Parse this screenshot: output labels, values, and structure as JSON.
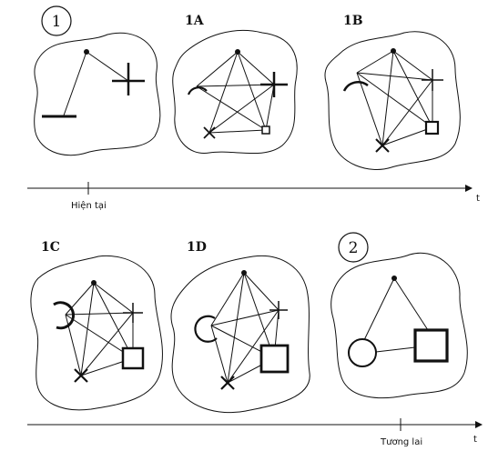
{
  "panels": [
    {
      "id": "p1",
      "label": "1",
      "circled": true
    },
    {
      "id": "p1a",
      "label": "1A",
      "circled": false
    },
    {
      "id": "p1b",
      "label": "1B",
      "circled": false
    },
    {
      "id": "p1c",
      "label": "1C",
      "circled": false
    },
    {
      "id": "p1d",
      "label": "1D",
      "circled": false
    },
    {
      "id": "p2",
      "label": "2",
      "circled": true
    }
  ],
  "timelines": {
    "top": {
      "marker_label": "Hiện tại",
      "axis_label": "t"
    },
    "bottom": {
      "marker_label": "Tương lai",
      "axis_label": "t"
    }
  },
  "colors": {
    "ink": "#111111",
    "background": "#ffffff"
  }
}
